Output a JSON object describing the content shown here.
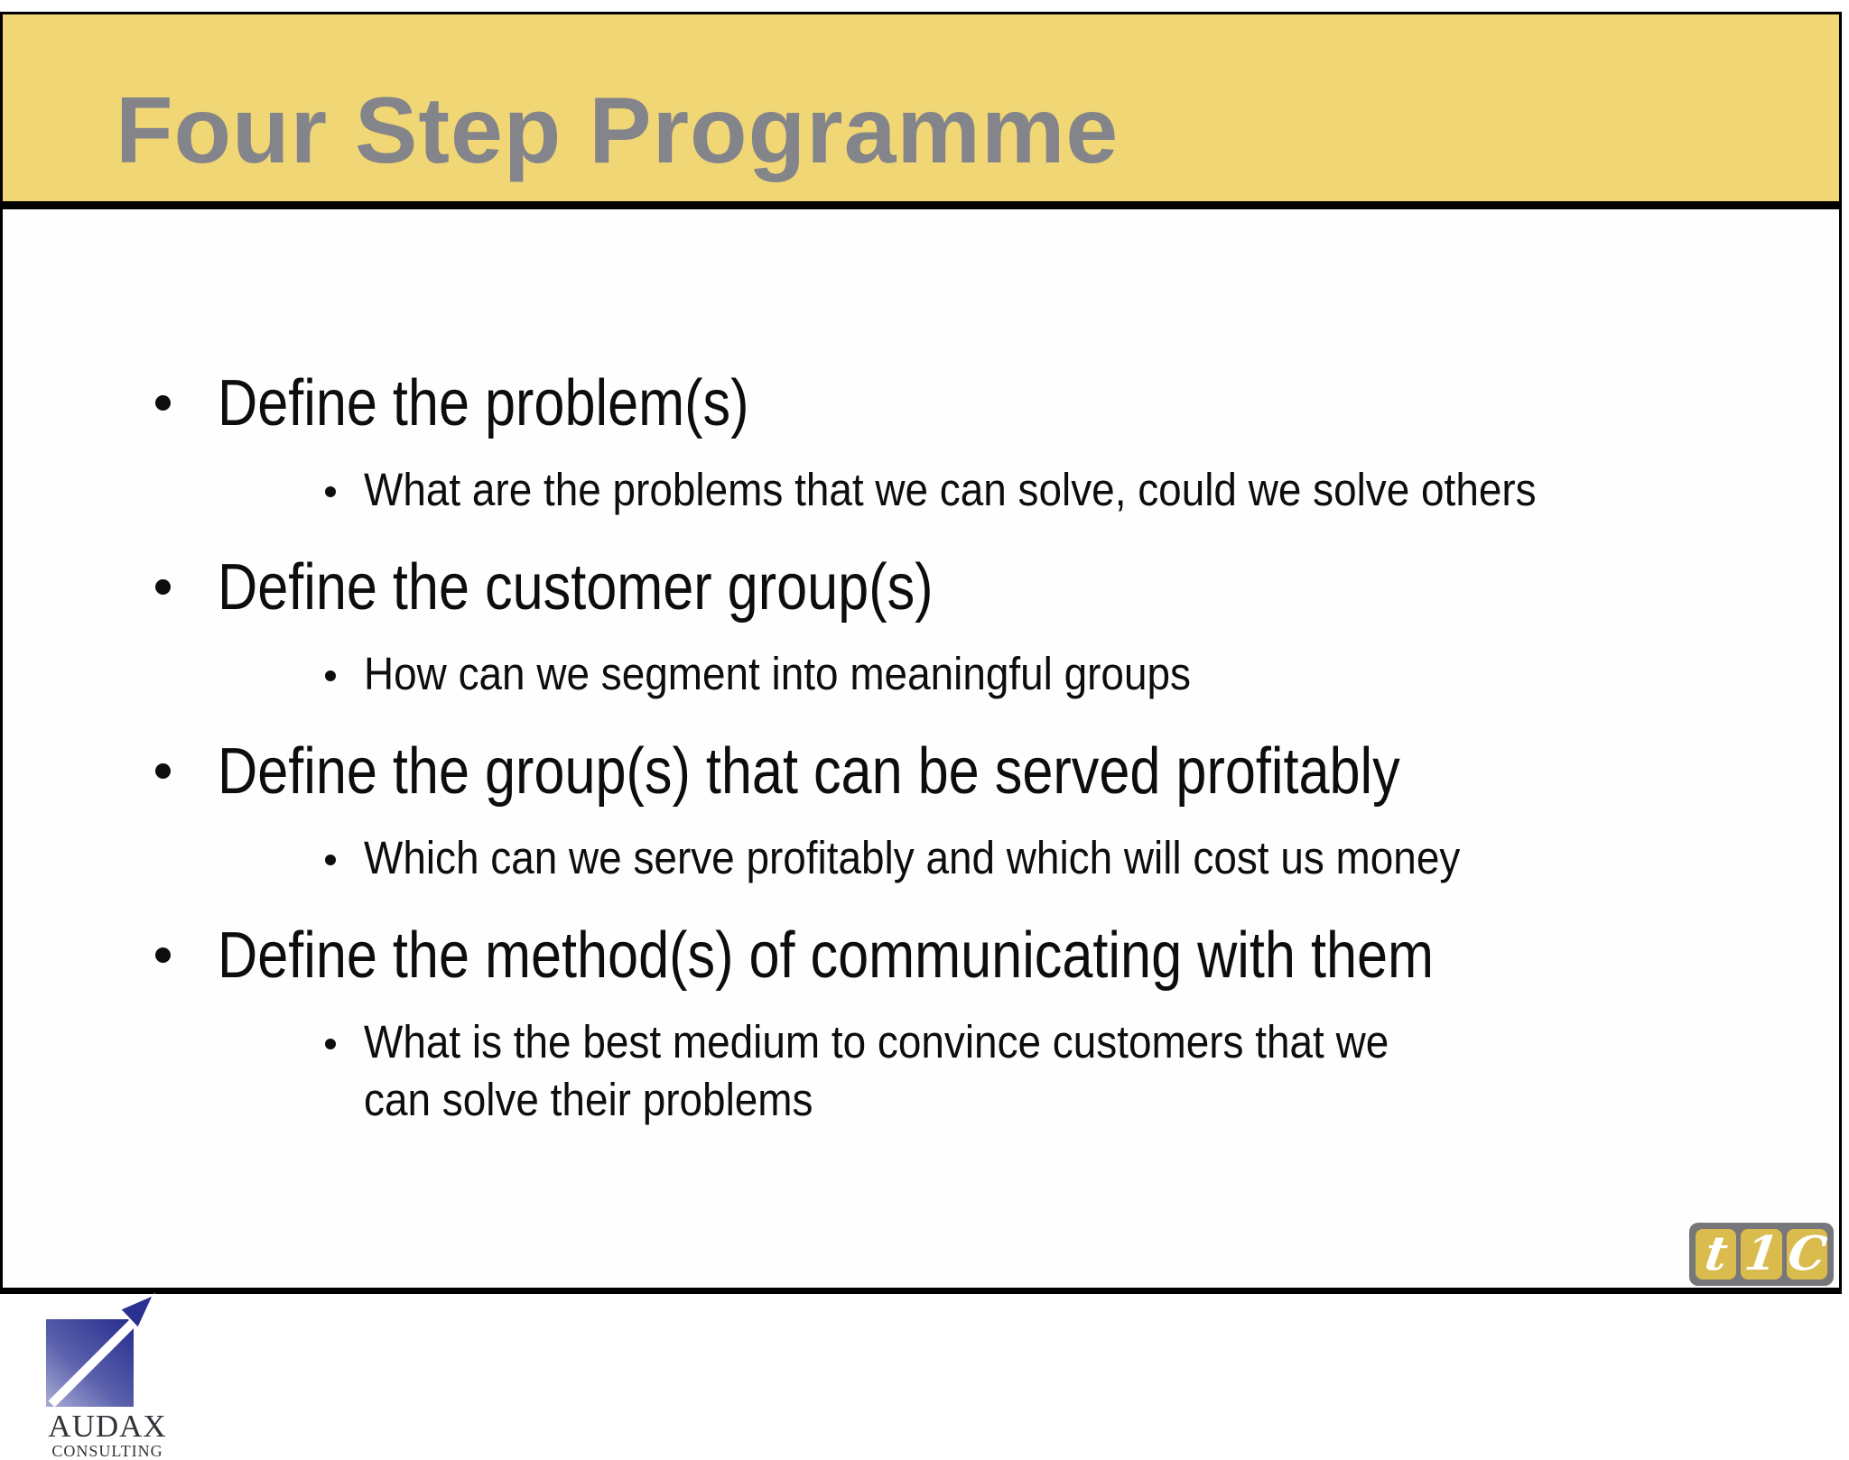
{
  "slide": {
    "title": "Four Step Programme",
    "bullets": [
      {
        "label": "Define the problem(s)",
        "sub": [
          "What are the problems that we can solve, could we solve others"
        ]
      },
      {
        "label": "Define the customer group(s)",
        "sub": [
          "How can we segment into meaningful groups"
        ]
      },
      {
        "label": "Define the group(s) that can be served profitably",
        "sub": [
          "Which can we serve profitably and which will cost us money"
        ]
      },
      {
        "label": "Define the method(s) of communicating with them",
        "sub": [
          "What is the best medium to convince customers that we",
          "can solve their problems"
        ]
      }
    ]
  },
  "footer": {
    "audax": {
      "name": "AUDAX",
      "subname": "CONSULTING"
    },
    "tic": {
      "letters": [
        "t",
        "1",
        "C"
      ]
    }
  },
  "colors": {
    "header_bg": "#F0D674",
    "title_text": "#84848B",
    "body_text": "#0D0D0D",
    "frame_border": "#000000",
    "audax_blue_dark": "#2B3190",
    "audax_blue_light": "#A9AED6",
    "audax_text": "#33333A",
    "tic_frame": "#77777B",
    "tic_gold": "#D9BC4D",
    "tic_letter": "#FFFFFF"
  }
}
